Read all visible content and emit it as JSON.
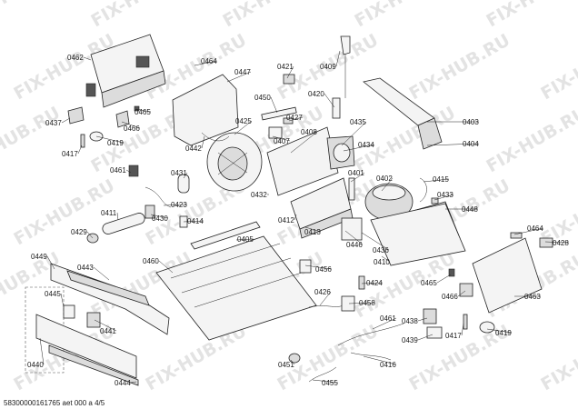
{
  "watermark": "FIX-HUB.RU",
  "footer": "58300000161765 aet 000 a 4/5",
  "callouts": [
    "0462",
    "0464",
    "0447",
    "0421",
    "0409",
    "0437",
    "0465",
    "0466",
    "0419",
    "0417",
    "0450",
    "0420",
    "0403",
    "0427",
    "0425",
    "0442",
    "0407",
    "0408",
    "0435",
    "0434",
    "0404",
    "0461",
    "0431",
    "0401",
    "0402",
    "0415",
    "0433",
    "0423",
    "0432",
    "0412",
    "0413",
    "0448",
    "0411",
    "0430",
    "0414",
    "0429",
    "0446",
    "0436",
    "0410",
    "0464",
    "0428",
    "0405",
    "0460",
    "0449",
    "0443",
    "0456",
    "0424",
    "0465",
    "0466",
    "0463",
    "0426",
    "0458",
    "0445",
    "0441",
    "0461",
    "0438",
    "0439",
    "0417",
    "0419",
    "0440",
    "0444",
    "0451",
    "0416",
    "0455"
  ]
}
